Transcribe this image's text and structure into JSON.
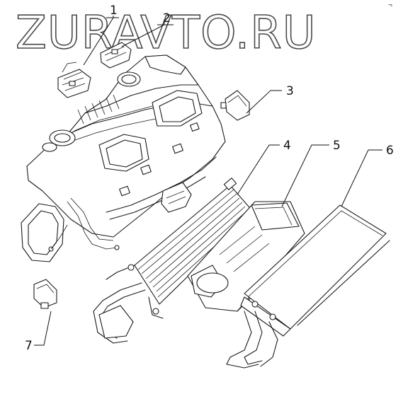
{
  "watermark": "ZURAVTO.RU",
  "callouts": [
    {
      "id": "1",
      "label": "1"
    },
    {
      "id": "2",
      "label": "2"
    },
    {
      "id": "3",
      "label": "3"
    },
    {
      "id": "4",
      "label": "4"
    },
    {
      "id": "5",
      "label": "5"
    },
    {
      "id": "6",
      "label": "6"
    },
    {
      "id": "7",
      "label": "7"
    }
  ],
  "corner_mark": "¬"
}
